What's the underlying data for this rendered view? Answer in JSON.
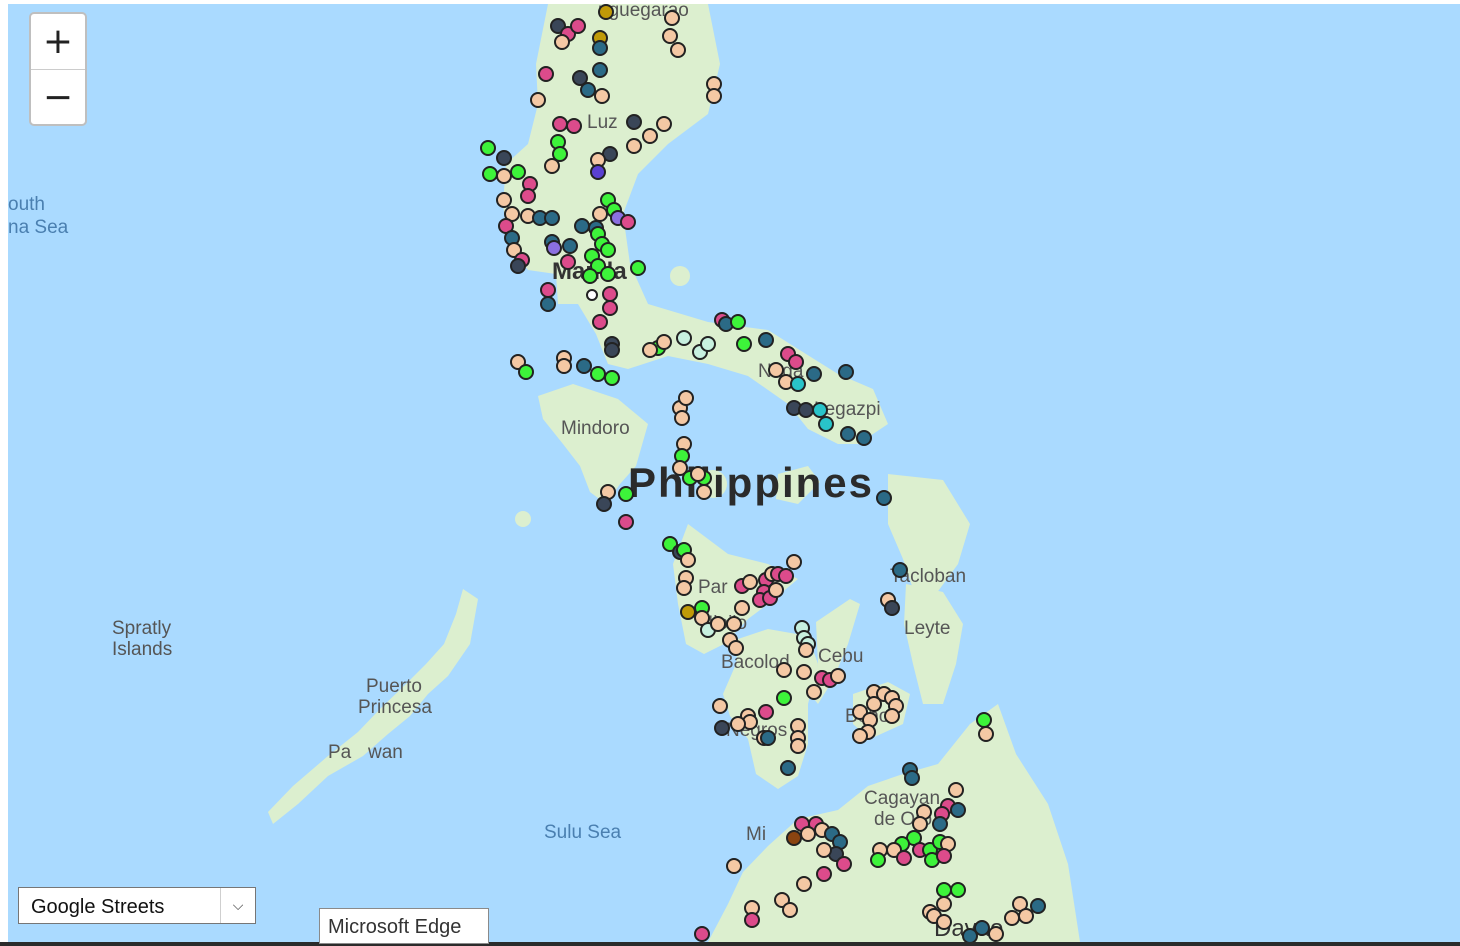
{
  "map": {
    "country_label": "Philippines",
    "sea_labels": [
      "outh",
      "na Sea",
      "Sulu Sea"
    ],
    "island_labels": [
      "Spratly",
      "Islands",
      "Mindoro",
      "Leyte",
      "Pa",
      "wan",
      "Cebu",
      "Bohol",
      "Negros"
    ],
    "city_labels": [
      "Luz",
      "uguegarao",
      "Manila",
      "Naga",
      "Legazpi",
      "Tacloban",
      "Iloilo",
      "Bacolod",
      "Puerto",
      "Princesa",
      "Cagayan",
      "de Oro",
      "Davao",
      "Mi",
      "Par"
    ]
  },
  "zoom": {
    "in_label": "+",
    "out_label": "−"
  },
  "layer_select": {
    "value": "Google Streets",
    "arrow": "⌵"
  },
  "tooltip": {
    "text": "Microsoft Edge"
  },
  "colors": {
    "water": "#aadaff",
    "land": "#dcefcf",
    "marker_peach": "#f4c8a4",
    "marker_green": "#3df33a",
    "marker_pink": "#dc4b8b",
    "marker_teal": "#2b6a86",
    "marker_navy": "#3a4658",
    "marker_cyan": "#29c4c9",
    "marker_purple": "#5a40d2",
    "marker_lavender": "#8b6fe0",
    "marker_mint": "#c7f0df",
    "marker_olive": "#c09a08",
    "marker_brown": "#8a4410"
  }
}
